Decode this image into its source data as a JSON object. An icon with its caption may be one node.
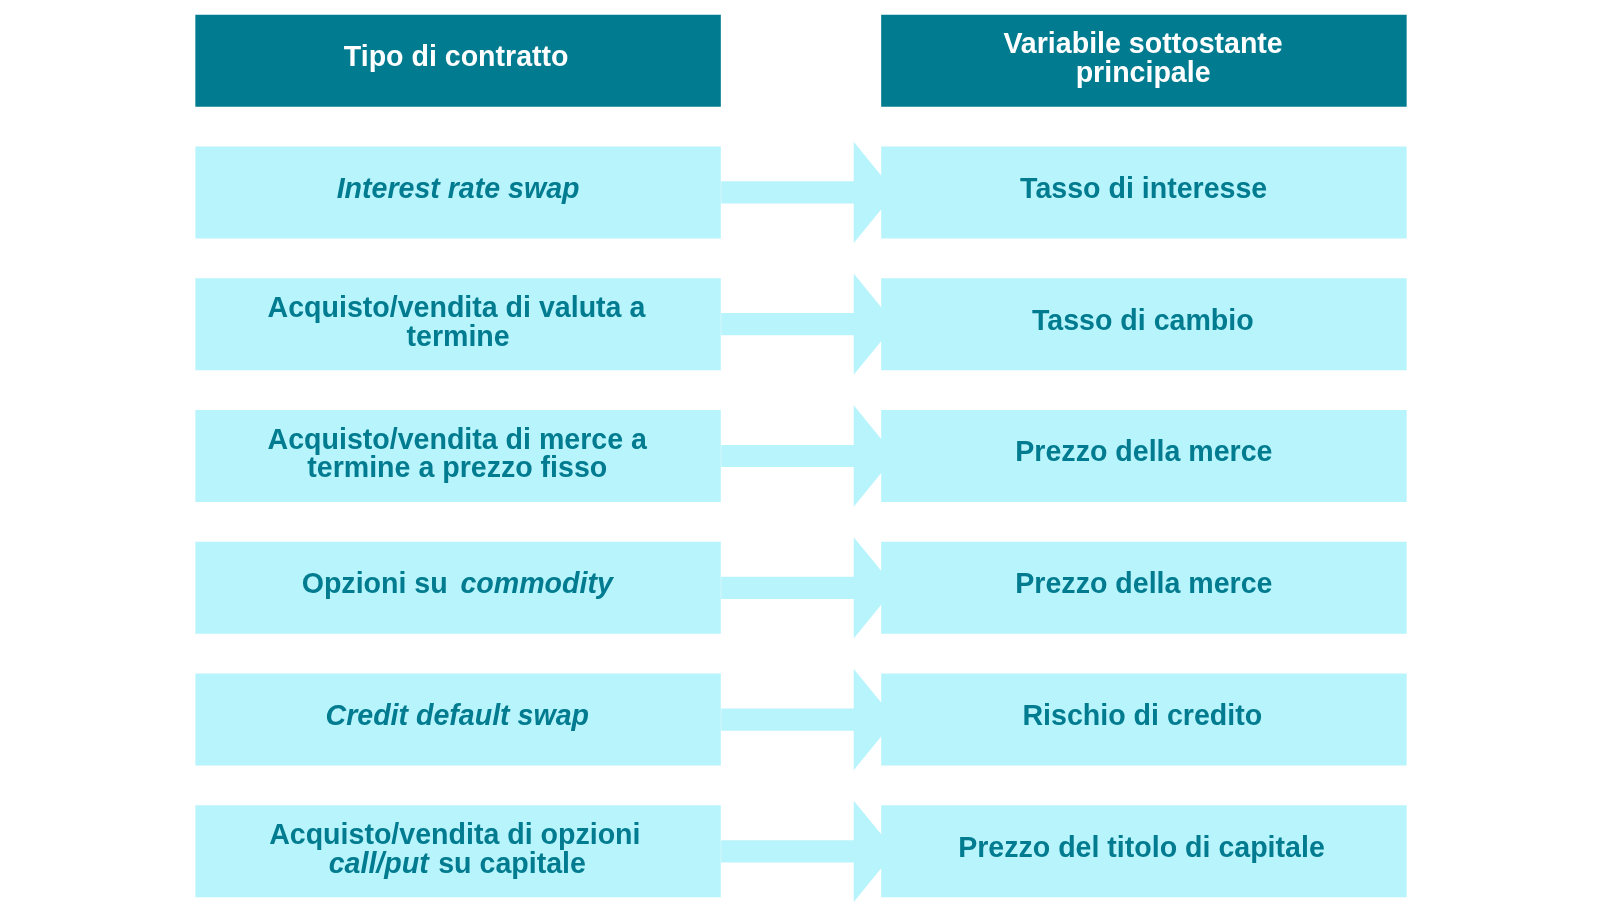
{
  "diagram": {
    "nodes": [
      {
        "text": [
          "Tipo di contratto"
        ]
      },
      {
        "text": [
          "Variabile sottostante principale"
        ]
      },
      {
        "text": [
          "Interest rate swap"
        ]
      },
      {
        "text": [
          "Tasso di interesse"
        ]
      },
      {
        "text": [
          "Acquisto/vendita di valuta a termine"
        ]
      },
      {
        "text": [
          "Tasso di cambio"
        ]
      },
      {
        "text": [
          "Acquisto/vendita di merce a termine a prezzo fisso"
        ]
      },
      {
        "text": [
          "Prezzo della merce"
        ]
      },
      {
        "text": [
          "Opzioni su *commodity*"
        ]
      },
      {
        "text": [
          "Prezzo della merce"
        ]
      },
      {
        "text": [
          "Credit default swap"
        ]
      },
      {
        "text": [
          "Rischio di credito"
        ]
      },
      {
        "text": [
          "Acquisto/vendita di opzioni *call/put* su capitale"
        ]
      },
      {
        "text": [
          "Prezzo del titolo di capitale"
        ]
      }
    ],
    "edges": [
      {
        "from": 2,
        "to": 3,
        "arrow": "to"
      },
      {
        "from": 4,
        "to": 5,
        "arrow": "to"
      },
      {
        "from": 6,
        "to": 7,
        "arrow": "to"
      },
      {
        "from": 8,
        "to": 9,
        "arrow": "to"
      },
      {
        "from": 10,
        "to": 11,
        "arrow": "to"
      },
      {
        "from": 12,
        "to": 13,
        "arrow": "to"
      }
    ]
  }
}
